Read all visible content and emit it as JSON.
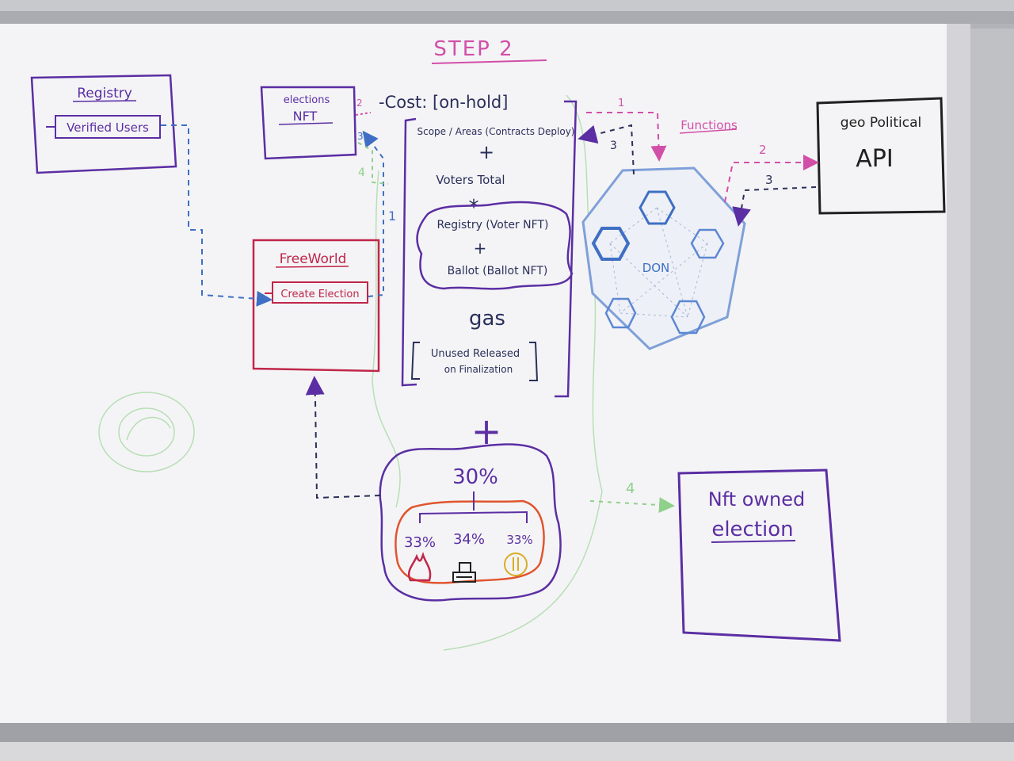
{
  "title": "STEP 2",
  "colors": {
    "purple": "#5b2ea3",
    "pink": "#d24fa8",
    "red": "#c0264a",
    "blue": "#3e6fc4",
    "navy": "#2a2f5a",
    "green": "#8fd08a",
    "orange": "#e0552e",
    "black": "#202020",
    "gold": "#d7ad23"
  },
  "registry": {
    "title": "Registry",
    "item": "Verified Users"
  },
  "elections_nft": {
    "line1": "elections",
    "line2": "NFT"
  },
  "freeworld": {
    "title": "FreeWorld",
    "item": "Create Election"
  },
  "cost": {
    "header": "-Cost: [on-hold]",
    "scope": "Scope / Areas (Contracts Deploy)",
    "plus1": "+",
    "voters_total": "Voters Total",
    "star": "*",
    "registry": "Registry (Voter NFT)",
    "plus2": "+",
    "ballot": "Ballot (Ballot NFT)",
    "gas": "gas",
    "unused_line1": "Unused Released",
    "unused_line2": "on Finalization"
  },
  "plus_big": "+",
  "fee": {
    "total": "30%",
    "split": [
      "33%",
      "34%",
      "33%"
    ]
  },
  "don": {
    "label": "DON"
  },
  "functions_label": "Functions",
  "geo_api": {
    "line1": "geo Political",
    "line2": "API"
  },
  "nft_owned": {
    "line1": "Nft owned",
    "line2": "election"
  },
  "arrow_labels": {
    "a_1": "1",
    "a_2": "2",
    "a_3": "3",
    "a_4": "4",
    "pink_2": "2",
    "navy_3": "3",
    "green_4": "4",
    "func_1": "1",
    "don_3": "3"
  }
}
